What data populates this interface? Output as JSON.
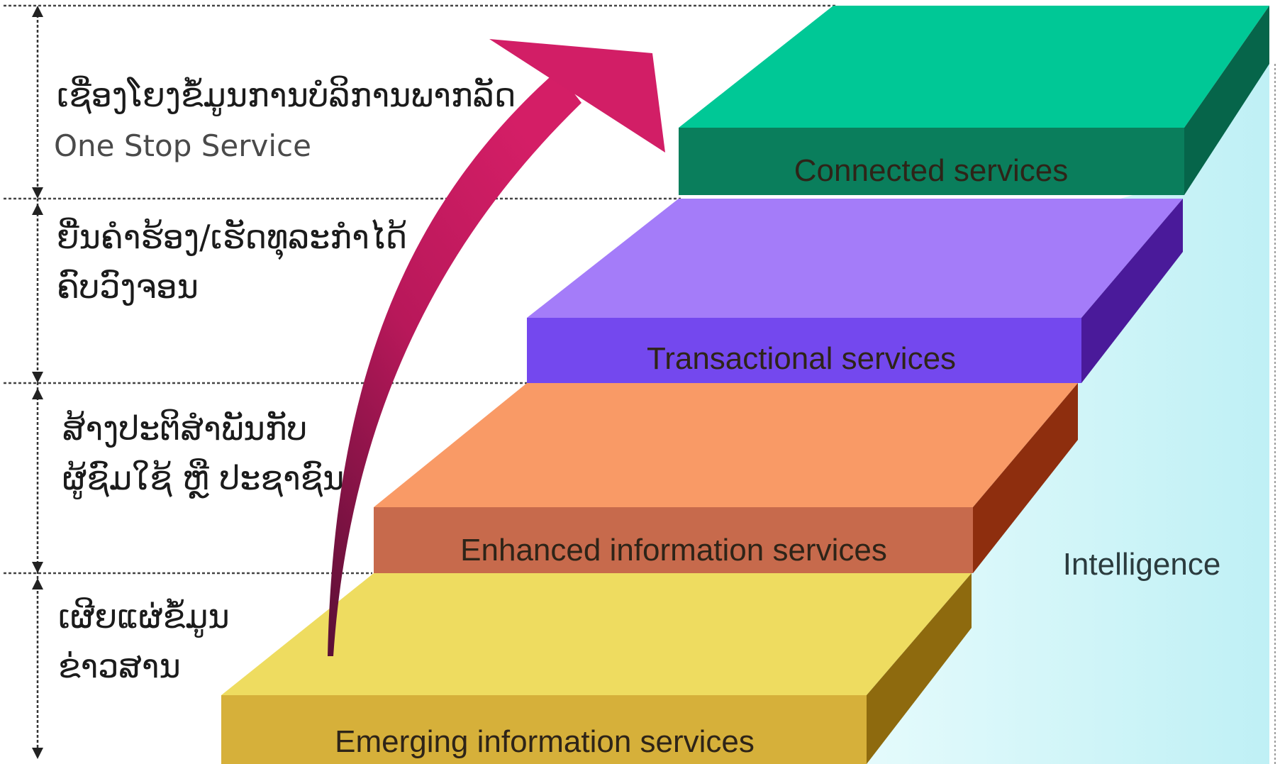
{
  "stages": [
    {
      "id": "connected",
      "lao_lines": [
        "ເຊື່ອງໂຍງຂໍ້ມູນການບໍລິການພາກລັດ"
      ],
      "subtitle": "One Stop Service",
      "step_label": "Connected services",
      "colors": {
        "top": "#00c896",
        "front": "#0a7e5c",
        "side": "#06654a"
      }
    },
    {
      "id": "transactional",
      "lao_lines": [
        "ຍື່ນຄຳຮ້ອງ/ເຮັດທຸລະກຳໄດ້",
        "ຄົບວົງຈອນ"
      ],
      "subtitle": "",
      "step_label": "Transactional services",
      "colors": {
        "top": "#a47cf9",
        "front": "#7448ee",
        "side": "#4a1a9a"
      }
    },
    {
      "id": "enhanced",
      "lao_lines": [
        "ສ້າງປະຕິສຳພັນກັບ",
        "ຜູ້ຊົມໃຊ້ ຫຼື ປະຊາຊົນ"
      ],
      "subtitle": "",
      "step_label": "Enhanced information services",
      "colors": {
        "top": "#f99a66",
        "front": "#c76a4c",
        "side": "#8e2e0e"
      }
    },
    {
      "id": "emerging",
      "lao_lines": [
        "ເຜີຍແຜ່ຂໍ້ມູນ",
        "ຂ່າວສານ"
      ],
      "subtitle": "",
      "step_label": "Emerging information services",
      "colors": {
        "top": "#eedc60",
        "front": "#d6b03a",
        "side": "#8e6a0e"
      }
    }
  ],
  "intelligence_label": "Intelligence",
  "colors": {
    "arrow": "#c71a5c",
    "intelligence_bg": "#c8f4f8",
    "guide_line": "#555555"
  }
}
